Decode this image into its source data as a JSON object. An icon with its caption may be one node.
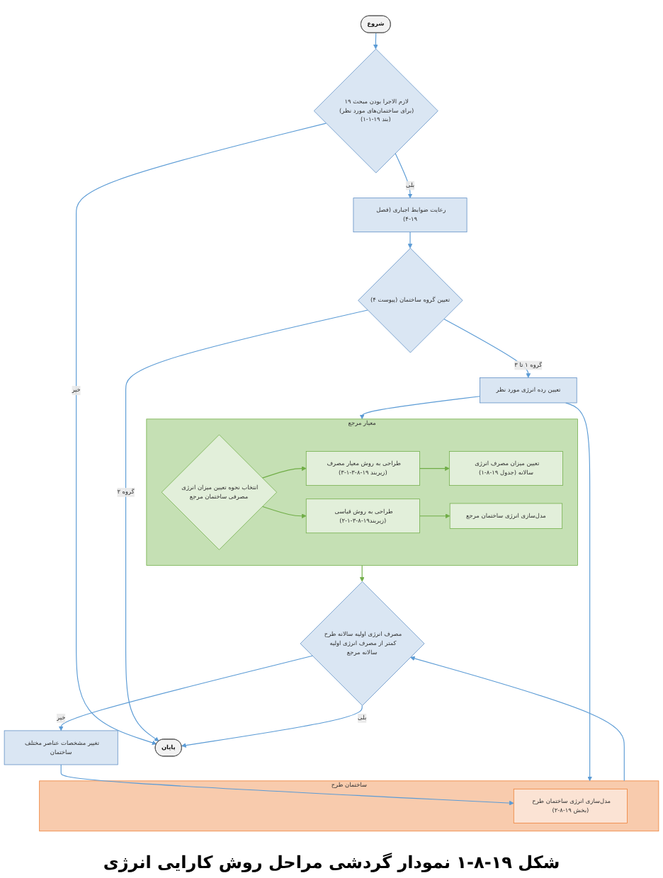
{
  "diagram": {
    "caption": "شکل ۱۹-۸-۱ نمودار گردشی مراحل روش کارایی انرژی",
    "nodes": [
      {
        "text": [
          "شروع"
        ]
      },
      {
        "text": [
          "لازم الاجرا بودن مبحث ۱۹ (برای ساختمان‌های مورد نظر) (بند ۱۹-۱-۱)"
        ]
      },
      {
        "text": [
          "رعایت ضوابط اجباری (فصل ۱۹-۴)"
        ]
      },
      {
        "text": [
          "تعیین گروه ساختمان (پیوست ۴)"
        ]
      },
      {
        "text": [
          "تعیین رده انرژی مورد نظر"
        ]
      },
      {
        "text": [
          "ساختمان طرح"
        ]
      },
      {
        "text": [
          "مدل‌سازی انرژی ساختمان طرح (بخش ۱۹-۸-۲)"
        ],
        "in": 5
      },
      {
        "text": [
          "معیار مرجع"
        ]
      },
      {
        "text": [
          "انتخاب نحوه تعیین میزان انرژی مصرفی ساختمان مرجع"
        ],
        "in": 7
      },
      {
        "text": [
          "طراحی به روش معیار مصرف (زیربند ۱۹-۸-۳-۱-۳)"
        ],
        "in": 7
      },
      {
        "text": [
          "تعیین میزان مصرف انرژی سالانه (جدول ۱۹-۸-۱)"
        ],
        "in": 7
      },
      {
        "text": [
          "طراحی به روش قیاسی (زیربند۱۹-۸-۳-۱-۲)"
        ],
        "in": 7
      },
      {
        "text": [
          "مدل‌سازی انرژی ساختمان مرجع"
        ],
        "in": 7
      },
      {
        "text": [
          "مصرف انرژی اولیه سالانه طرح کمتر از مصرف انرژی اولیه سالانه مرجع"
        ]
      },
      {
        "text": [
          "تغییر مشخصات عناصر مختلف ساختمان"
        ]
      },
      {
        "text": [
          "پایان"
        ]
      }
    ],
    "edges": [
      {
        "from": 0,
        "to": 1,
        "arrow": "to"
      },
      {
        "from": 1,
        "to": 2,
        "arrow": "to",
        "label": "بلی"
      },
      {
        "from": 1,
        "to": 15,
        "arrow": "to",
        "label": "خیر"
      },
      {
        "from": 2,
        "to": 3,
        "arrow": "to"
      },
      {
        "from": 3,
        "to": 15,
        "arrow": "to",
        "label": "گروه ۲"
      },
      {
        "from": 3,
        "to": 4,
        "arrow": "to",
        "label": "گروه ۱ تا ۳"
      },
      {
        "from": 4,
        "to": 5,
        "arrow": "to"
      },
      {
        "from": 4,
        "to": 7,
        "arrow": "to"
      },
      {
        "from": 8,
        "to": 9,
        "arrow": "to",
        "color": "#70ad47"
      },
      {
        "from": 8,
        "to": 11,
        "arrow": "to",
        "color": "#70ad47"
      },
      {
        "from": 9,
        "to": 10,
        "arrow": "to",
        "color": "#70ad47"
      },
      {
        "from": 11,
        "to": 12,
        "arrow": "to",
        "color": "#70ad47"
      },
      {
        "from": 5,
        "to": 13,
        "arrow": "to"
      },
      {
        "from": 7,
        "to": 13,
        "arrow": "to",
        "color": "#70ad47"
      },
      {
        "from": 13,
        "to": 15,
        "arrow": "to",
        "label": "بلی"
      },
      {
        "from": 13,
        "to": 14,
        "arrow": "to",
        "label": "خیر"
      },
      {
        "from": 14,
        "to": 6,
        "arrow": "to"
      }
    ]
  }
}
